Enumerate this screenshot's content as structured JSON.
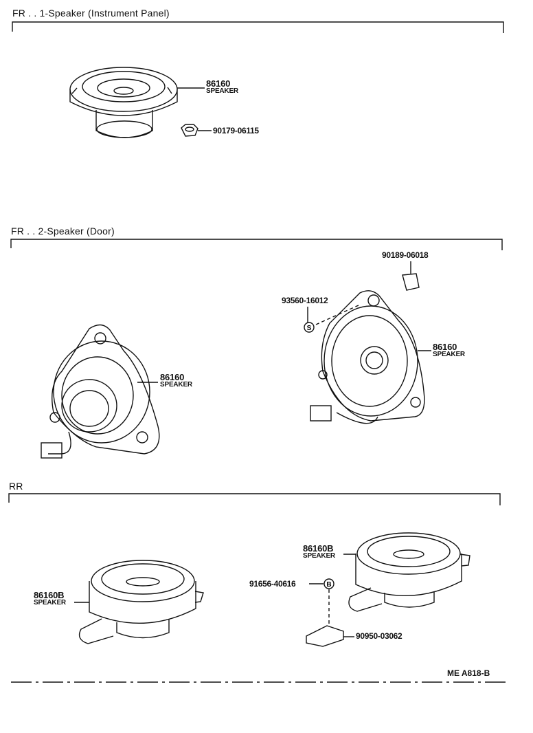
{
  "sections": {
    "fr1": {
      "title": "FR . . 1-Speaker (Instrument Panel)"
    },
    "fr2": {
      "title": "FR . . 2-Speaker (Door)"
    },
    "rr": {
      "title": "RR"
    }
  },
  "callouts": {
    "fr1_speaker": {
      "part": "86160",
      "name": "SPEAKER"
    },
    "fr1_nut": {
      "part": "90179-06115"
    },
    "fr2_left_speaker": {
      "part": "86160",
      "name": "SPEAKER"
    },
    "fr2_right_speaker": {
      "part": "86160",
      "name": "SPEAKER"
    },
    "fr2_clip": {
      "part": "90189-06018"
    },
    "fr2_screw": {
      "part": "93560-16012",
      "symbol": "S"
    },
    "rr_left_speaker": {
      "part": "86160B",
      "name": "SPEAKER"
    },
    "rr_right_speaker": {
      "part": "86160B",
      "name": "SPEAKER"
    },
    "rr_bolt": {
      "part": "91656-40616",
      "symbol": "B"
    },
    "rr_nut": {
      "part": "90950-03062"
    }
  },
  "footer": {
    "code": "ME A818-B"
  }
}
